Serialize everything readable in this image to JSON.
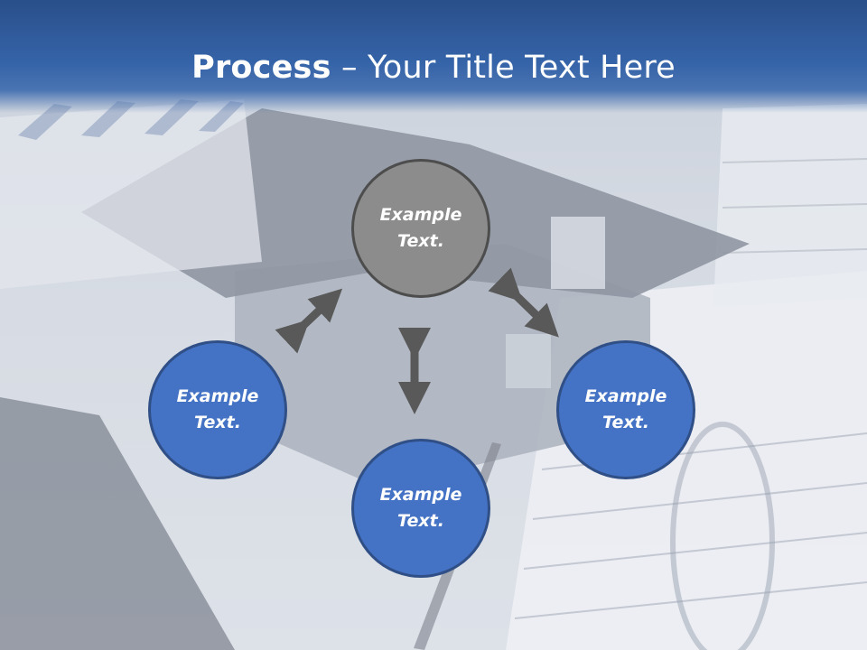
{
  "slide": {
    "title_bold": "Process",
    "title_rest": " – Your Title Text Here"
  },
  "diagram": {
    "nodes": [
      {
        "id": "top",
        "text": "Example Text.",
        "color": "#8c8c8c"
      },
      {
        "id": "left",
        "text": "Example Text.",
        "color": "#4472c4"
      },
      {
        "id": "bottom",
        "text": "Example Text.",
        "color": "#4472c4"
      },
      {
        "id": "right",
        "text": "Example Text.",
        "color": "#4472c4"
      }
    ],
    "arrow_color": "#595959"
  }
}
